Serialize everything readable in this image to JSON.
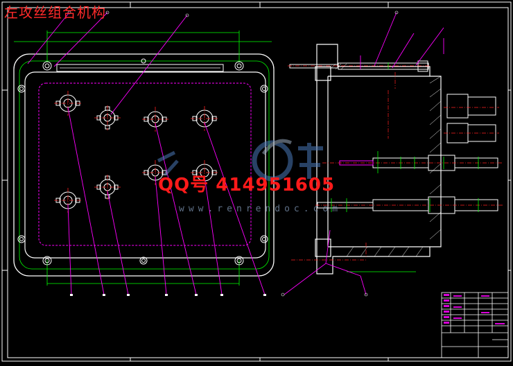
{
  "title": "左攻丝组合机构",
  "watermark": {
    "qq": "QQ号  414951605",
    "url": "www.renrendoc.com"
  },
  "colors": {
    "background": "#000000",
    "frame": "#ffffff",
    "part": "#ffffff",
    "leader": "#ff00ff",
    "centerline": "#ff2020",
    "dimension": "#00ff00",
    "hidden": "#ff00ff",
    "title_red": "#ff2a2a"
  }
}
